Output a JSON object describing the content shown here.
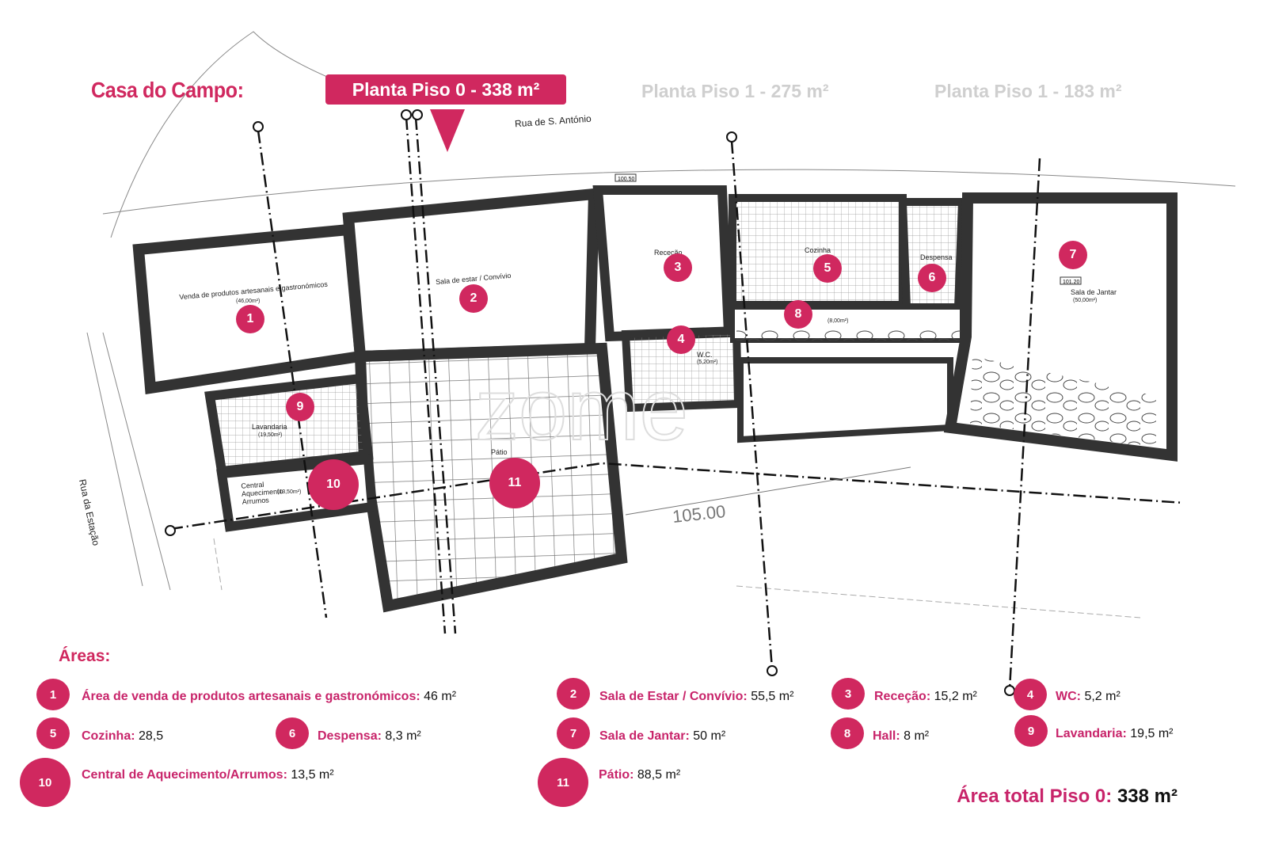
{
  "header": {
    "title": "Casa do Campo:",
    "floors": [
      {
        "label": "Planta Piso 0 -  338 m²",
        "active": true
      },
      {
        "label": "Planta Piso 1 -  275 m²",
        "active": false
      },
      {
        "label": "Planta Piso 1 -  183 m²",
        "active": false
      }
    ]
  },
  "plan": {
    "streets": [
      "Rua de S. António",
      "Rua da Estação"
    ],
    "watermark": "zome",
    "dimension": "105.00",
    "levels": [
      "100.50",
      "101.20"
    ],
    "room_labels": [
      {
        "name": "Venda de produtos artesanais e gastronómicos",
        "area": "(46,00m²)"
      },
      {
        "name": "Sala de estar / Convívio"
      },
      {
        "name": "Receção"
      },
      {
        "name": "W.C.",
        "area": "(5,20m²)"
      },
      {
        "name": "Cozinha"
      },
      {
        "name": "Despensa"
      },
      {
        "name": "Sala de Jantar",
        "area": "(50,00m²)"
      },
      {
        "name": "(8,00m²)"
      },
      {
        "name": "Lavandaria",
        "area": "(19,50m²)"
      },
      {
        "name": "Central Aquecimento Arrumos",
        "area": "(13,50m²)"
      },
      {
        "name": "Pátio"
      }
    ],
    "badges": [
      "1",
      "2",
      "3",
      "4",
      "5",
      "6",
      "7",
      "8",
      "9",
      "10",
      "11"
    ]
  },
  "legend": {
    "heading": "Áreas:",
    "items": [
      {
        "num": "1",
        "label": "Área de venda de produtos artesanais e gastronómicos:",
        "value": "46 m²"
      },
      {
        "num": "2",
        "label": "Sala de Estar / Convívio:",
        "value": "55,5 m²"
      },
      {
        "num": "3",
        "label": "Receção:",
        "value": "15,2 m²"
      },
      {
        "num": "4",
        "label": "WC:",
        "value": "5,2 m²"
      },
      {
        "num": "5",
        "label": "Cozinha:",
        "value": "28,5"
      },
      {
        "num": "6",
        "label": "Despensa:",
        "value": "8,3 m²"
      },
      {
        "num": "7",
        "label": "Sala de Jantar:",
        "value": "50 m²"
      },
      {
        "num": "8",
        "label": "Hall:",
        "value": "8 m²"
      },
      {
        "num": "9",
        "label": "Lavandaria:",
        "value": "19,5 m²"
      },
      {
        "num": "10",
        "label": "Central de Aquecimento/Arrumos:",
        "value": "13,5 m²"
      },
      {
        "num": "11",
        "label": "Pátio:",
        "value": "88,5 m²"
      }
    ],
    "total_label": "Área total Piso 0:",
    "total_value": "338 m²"
  },
  "colors": {
    "accent": "#d0285f",
    "inactive": "#cfcfcf"
  }
}
